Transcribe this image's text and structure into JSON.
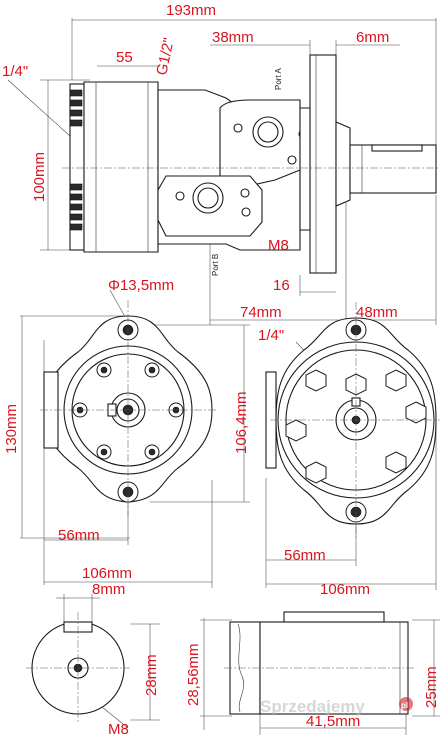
{
  "dimensions": {
    "overall_length": "193mm",
    "port_distance": "38mm",
    "flange_thickness": "6mm",
    "port_thread_side": "1/4\"",
    "port_offset": "55",
    "port_thread_main": "G1/2\"",
    "body_height": "100mm",
    "mount_thread": "M8",
    "shaft_collar": "16",
    "mount_to_end": "74mm",
    "shaft_length": "48mm",
    "mount_hole_diameter": "Φ13,5mm",
    "front_thread": "1/4\"",
    "flange_height": "130mm",
    "bolt_circle": "106,4mm",
    "rear_half_width": "56mm",
    "front_half_width": "56mm",
    "rear_width": "106mm",
    "front_width": "106mm",
    "key_width": "8mm",
    "shaft_height": "28mm",
    "shaft_diameter_key": "28,56mm",
    "shaft_diameter": "25mm",
    "shaft_end_thread": "M8",
    "shaft_end_length": "41,5mm"
  },
  "ports": {
    "port_a": "Port A",
    "port_b": "Port B"
  },
  "watermark": {
    "text": "Sprzedajemy",
    "suffix": "pl",
    "dot_color": "#c8202a"
  },
  "colors": {
    "dimension_text": "#d9141e",
    "lines": "#1a1a1a"
  }
}
